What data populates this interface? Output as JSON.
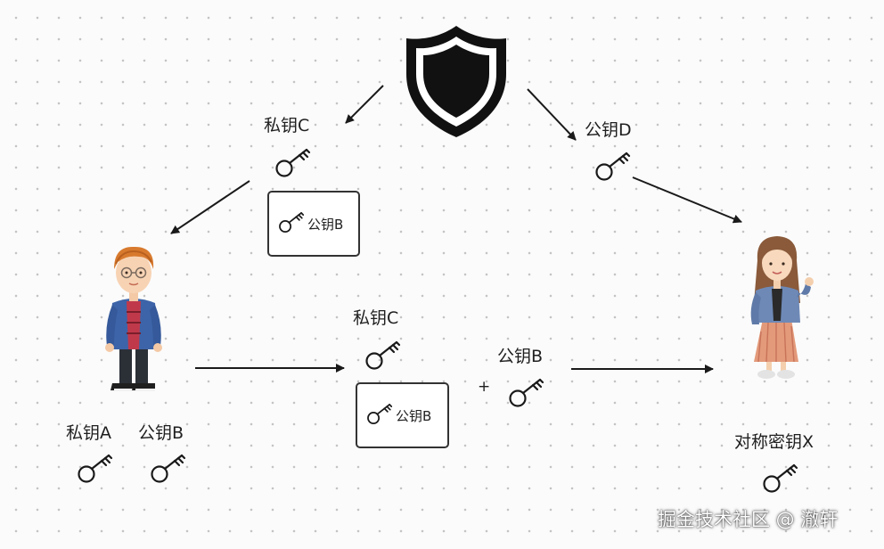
{
  "server": {
    "icon": "shield-icon"
  },
  "top": {
    "private_key_c": "私钥C",
    "public_key_d": "公钥D",
    "box_public_key_b": "公钥B"
  },
  "alice": {
    "avatar": "boy-avatar",
    "private_key_a": "私钥A",
    "public_key_b": "公钥B"
  },
  "middle": {
    "private_key_c": "私钥C",
    "box_public_key_b": "公钥B",
    "plus": "+",
    "public_key_b": "公钥B"
  },
  "bob": {
    "avatar": "girl-avatar",
    "symmetric_key_x": "对称密钥X"
  },
  "watermark": "掘金技术社区 @ 澈轩",
  "colors": {
    "stroke": "#1a1a1a",
    "background": "#fbfbfb",
    "dots": "#c4c4c4"
  }
}
